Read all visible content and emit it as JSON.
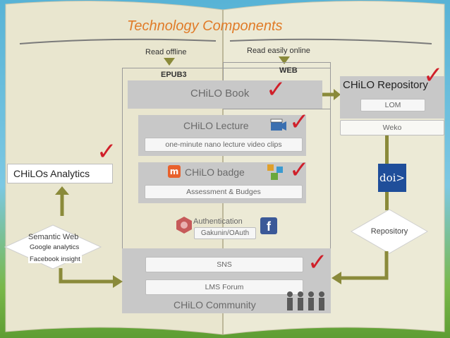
{
  "title": "Technology Components",
  "read_offline": "Read offline",
  "read_online": "Read easily online",
  "epub_label": "EPUB3",
  "web_label": "WEB",
  "book": {
    "title": "CHiLO Book"
  },
  "lecture": {
    "title": "CHiLO Lecture",
    "caption": "one-minute nano lecture video clips"
  },
  "badge": {
    "title": "CHiLO badge",
    "caption": "Assessment & Budges"
  },
  "auth": {
    "title": "Authentication",
    "caption": "Gakunin/OAuth"
  },
  "community": {
    "sns": "SNS",
    "lms": "LMS Forum",
    "title": "CHiLO Community"
  },
  "repository": {
    "title": "CHiLO Repository",
    "lom": "LOM",
    "weko": "Weko",
    "doi": "doi>",
    "diamond": "Repository"
  },
  "analytics": {
    "title": "CHiLOs Analytics",
    "semantic": "Semantic Web",
    "google": "Google analytics",
    "facebook": "Facebook insight"
  },
  "colors": {
    "title": "#e07b28",
    "check": "#d0202a",
    "arrow": "#8a8a3a",
    "doi": "#1f4e9a"
  }
}
